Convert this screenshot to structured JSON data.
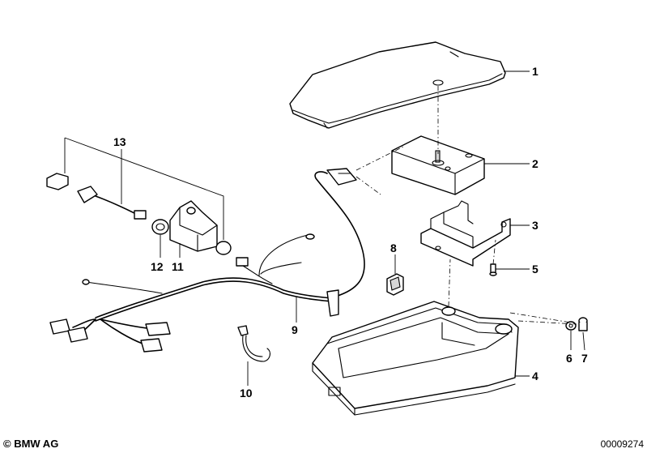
{
  "callouts": {
    "c1": "1",
    "c2": "2",
    "c3": "3",
    "c4": "4",
    "c5": "5",
    "c6": "6",
    "c7": "7",
    "c8": "8",
    "c9": "9",
    "c10": "10",
    "c11": "11",
    "c12": "12",
    "c13": "13"
  },
  "footer": {
    "copyright": "© BMW AG",
    "drawing_number": "00009274"
  }
}
